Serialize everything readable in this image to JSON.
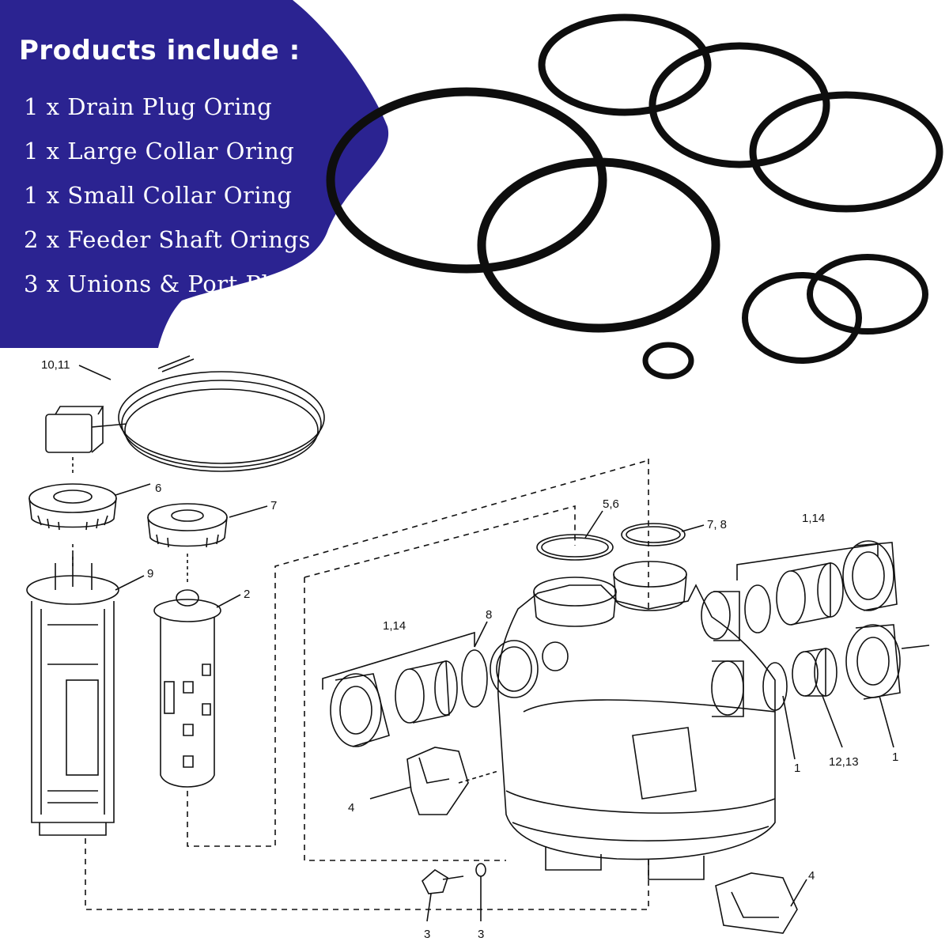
{
  "colors": {
    "panel": "#2b2391",
    "ink": "#111111",
    "paper": "#ffffff"
  },
  "promo": {
    "title": "Products include :",
    "items": [
      {
        "qty": "1 x",
        "text": "Drain Plug Oring"
      },
      {
        "qty": "1 x",
        "text": "Large Collar Oring"
      },
      {
        "qty": "1 x",
        "text": "Small Collar Oring"
      },
      {
        "qty": "2 x",
        "text": "Feeder Shaft Orings"
      },
      {
        "qty": "3 x",
        "text": "Unions & Port Plug Orings"
      }
    ]
  },
  "callouts": {
    "c_10_11": "10,11",
    "c_6": "6",
    "c_7": "7",
    "c_9": "9",
    "c_2": "2",
    "c_5_6": "5,6",
    "c_7_8": "7, 8",
    "c_1_14_right": "1,14",
    "c_1_14_left": "1,14",
    "c_8": "8",
    "c_1_mid": "1",
    "c_12_13": "12,13",
    "c_1_right": "1",
    "c_4_left": "4",
    "c_4_right": "4",
    "c_3_left": "3",
    "c_3_right": "3"
  },
  "icons": [
    "o-ring-icon",
    "salt-cell-icon",
    "feeder-cartridge-icon",
    "valve-body-icon",
    "union-nut-icon",
    "bracket-icon",
    "port-plug-icon"
  ]
}
